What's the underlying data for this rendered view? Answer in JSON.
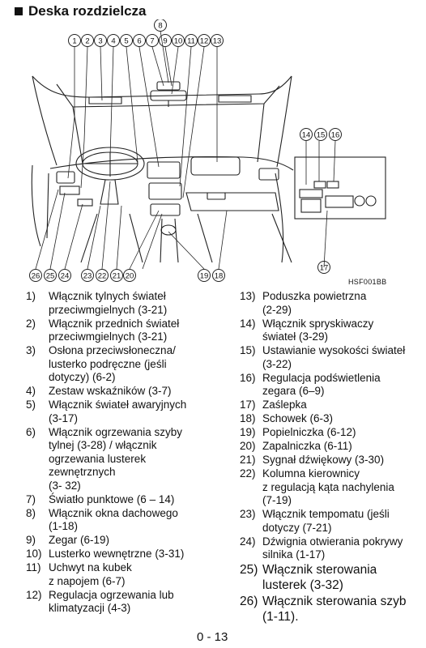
{
  "page": {
    "title": "Deska rozdzielcza",
    "image_code": "HSF001BB",
    "page_number": "0 - 13"
  },
  "diagram": {
    "top_labels": [
      "1",
      "2",
      "3",
      "4",
      "5",
      "6",
      "7",
      "8",
      "9",
      "10",
      "11",
      "12",
      "13"
    ],
    "right_labels": [
      "14",
      "15",
      "16"
    ],
    "bottom_left_labels": [
      "26",
      "25",
      "24",
      "23",
      "22",
      "21",
      "20"
    ],
    "bottom_right_labels": [
      "19",
      "18"
    ],
    "panel_label": "17"
  },
  "items_left": [
    {
      "num": "1)",
      "text": "Włącznik tylnych świateł\nprzeciwmgielnych (3-21)"
    },
    {
      "num": "2)",
      "text": "Włącznik przednich świateł\nprzeciwmgielnych (3-21)"
    },
    {
      "num": "3)",
      "text": "Osłona przeciwsłoneczna/\nlusterko podręczne (jeśli\ndotyczy) (6-2)"
    },
    {
      "num": "4)",
      "text": "Zestaw wskaźników (3-7)"
    },
    {
      "num": "5)",
      "text": "Włącznik świateł awaryjnych\n(3-17)"
    },
    {
      "num": "6)",
      "text": "Włącznik ogrzewania szyby\ntylnej (3-28) / włącznik\nogrzewania lusterek\nzewnętrznych\n(3- 32)"
    },
    {
      "num": "7)",
      "text": "Światło punktowe (6 – 14)"
    },
    {
      "num": "8)",
      "text": "Włącznik okna dachowego\n(1-18)"
    },
    {
      "num": "9)",
      "text": "Zegar (6-19)"
    },
    {
      "num": "10)",
      "text": "Lusterko wewnętrzne (3-31)"
    },
    {
      "num": "11)",
      "text": "Uchwyt na kubek\nz napojem (6-7)"
    },
    {
      "num": "12)",
      "text": "Regulacja ogrzewania lub\nklimatyzacji (4-3)"
    }
  ],
  "items_right": [
    {
      "num": "13)",
      "text": "Poduszka powietrzna\n(2-29)"
    },
    {
      "num": "14)",
      "text": "Włącznik spryskiwaczy\nświateł (3-29)"
    },
    {
      "num": "15)",
      "text": "Ustawianie wysokości świateł\n(3-22)"
    },
    {
      "num": "16)",
      "text": "Regulacja podświetlenia\nzegara (6–9)"
    },
    {
      "num": "17)",
      "text": "Zaślepka"
    },
    {
      "num": "18)",
      "text": "Schowek (6-3)"
    },
    {
      "num": "19)",
      "text": "Popielniczka (6-12)"
    },
    {
      "num": "20)",
      "text": "Zapalniczka (6-11)"
    },
    {
      "num": "21)",
      "text": "Sygnał dźwiękowy (3-30)"
    },
    {
      "num": "22)",
      "text": "Kolumna kierownicy\nz regulacją kąta nachylenia\n(7-19)"
    },
    {
      "num": "23)",
      "text": "Włącznik tempomatu (jeśli\ndotyczy (7-21)"
    },
    {
      "num": "24)",
      "text": "Dźwignia otwierania pokrywy\nsilnika (1-17)"
    },
    {
      "num": "25)",
      "text": "Włącznik sterowania\nlusterek (3-32)",
      "big": true
    },
    {
      "num": "26)",
      "text": "Włącznik sterowania szyb\n(1-11).",
      "big": true
    }
  ]
}
